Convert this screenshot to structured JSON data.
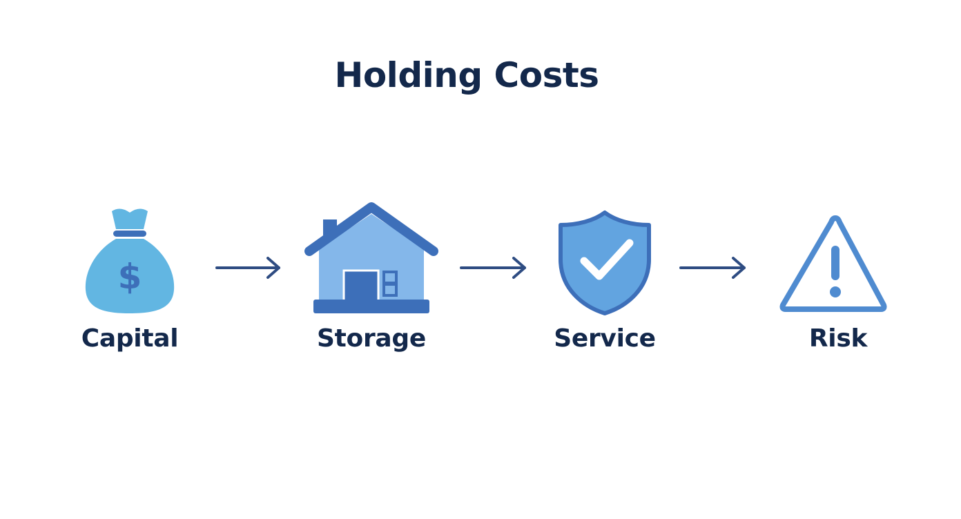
{
  "title": "Holding Costs",
  "steps": [
    {
      "label": "Capital",
      "icon": "money-bag-dollar-icon"
    },
    {
      "label": "Storage",
      "icon": "warehouse-house-icon"
    },
    {
      "label": "Service",
      "icon": "shield-check-icon"
    },
    {
      "label": "Risk",
      "icon": "warning-triangle-icon"
    }
  ],
  "colors": {
    "title_text": "#13284b",
    "label_text": "#13284b",
    "arrow": "#2e4c82",
    "icon_light": "#62b6e2",
    "icon_medium": "#5b9bd9",
    "icon_dark": "#3d6fb9",
    "icon_pale": "#84b7ea"
  }
}
